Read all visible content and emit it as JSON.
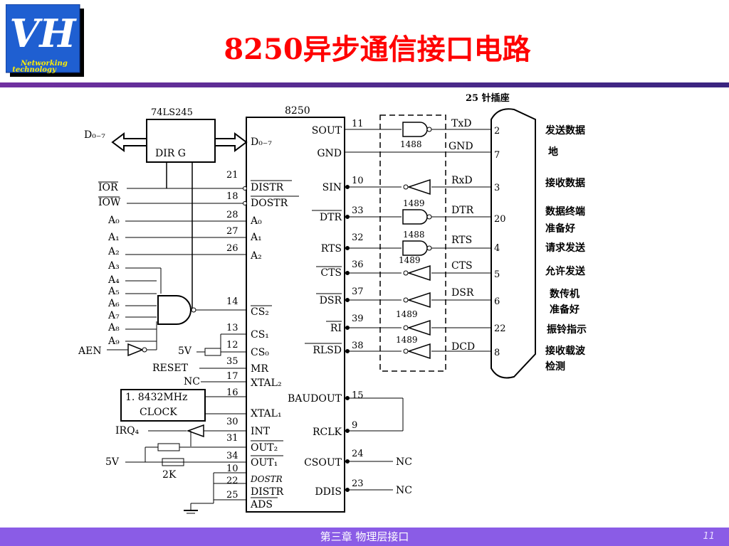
{
  "logo": {
    "letters": "VH",
    "line1": "Networking",
    "line2": "technology"
  },
  "title": "8250异步通信接口电路",
  "diagram": {
    "chip_245": {
      "name": "74LS245",
      "pins": "DIR  G"
    },
    "data_bus": "D₀₋₇",
    "chip_8250": {
      "name": "8250"
    },
    "host_signals": [
      "IOR",
      "IOW",
      "A₀",
      "A₁",
      "A₂",
      "A₃",
      "A₄",
      "A₅",
      "A₆",
      "A₇",
      "A₈",
      "A₉",
      "AEN",
      "5V",
      "RESET",
      "NC",
      "1. 8432MHz",
      "CLOCK",
      "IRQ₄",
      "5V",
      "2K"
    ],
    "left_pin_numbers": [
      "21",
      "18",
      "28",
      "27",
      "26",
      "14",
      "13",
      "12",
      "35",
      "17",
      "16",
      "30",
      "31",
      "34",
      "10",
      "22",
      "25"
    ],
    "left_pins": [
      "D₀₋₇",
      "DISTR",
      "DOSTR",
      "A₀",
      "A₁",
      "A₂",
      "CS₂",
      "CS₁",
      "CS₀",
      "MR",
      "XTAL₂",
      "XTAL₁",
      "INT",
      "OUT₂",
      "OUT₁",
      "DOSTR",
      "DISTR",
      "ADS"
    ],
    "right_pins": [
      "SOUT",
      "GND",
      "SIN",
      "DTR",
      "RTS",
      "CTS",
      "DSR",
      "RI",
      "RLSD",
      "BAUDOUT",
      "RCLK",
      "CSOUT",
      "DDIS"
    ],
    "right_pin_numbers": [
      "11",
      "10",
      "33",
      "32",
      "36",
      "37",
      "39",
      "38",
      "15",
      "9",
      "24",
      "23"
    ],
    "driver_labels": [
      "1488",
      "1489",
      "1488",
      "1489",
      "1489",
      "1489"
    ],
    "connector_title": "25 针插座",
    "connector_signals": [
      "TxD",
      "GND",
      "RxD",
      "DTR",
      "RTS",
      "CTS",
      "DSR",
      "DCD"
    ],
    "connector_pins": [
      "2",
      "7",
      "3",
      "20",
      "4",
      "5",
      "6",
      "22",
      "8"
    ],
    "nc_labels": [
      "NC",
      "NC"
    ],
    "descriptions": [
      "发送数据",
      "地",
      "接收数据",
      "数据终端",
      "准备好",
      "请求发送",
      "允许发送",
      "数传机",
      "准备好",
      "振铃指示",
      "接收载波",
      "检测"
    ]
  },
  "footer": {
    "text": "第三章  物理层接口",
    "page": "11"
  },
  "colors": {
    "title": "#ff0000",
    "footer_bg": "#8a5ce6",
    "divider": "#5b2d9a"
  }
}
